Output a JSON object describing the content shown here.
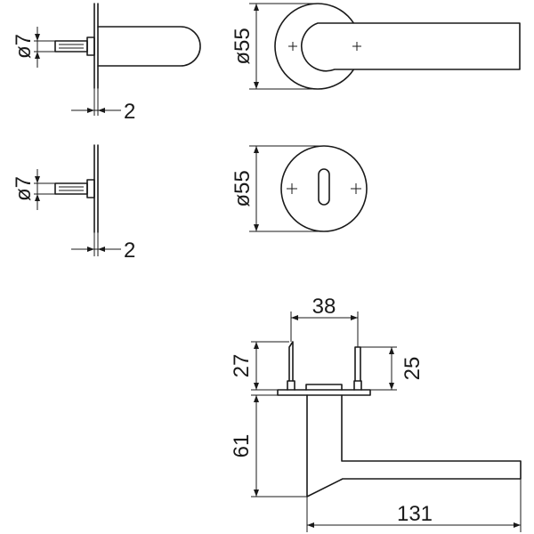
{
  "dimensions": {
    "spindle_diameter_top": "ø7",
    "rose_thickness_top": "2",
    "spindle_diameter_bottom": "ø7",
    "rose_thickness_bottom": "2",
    "lever_rose_diameter": "ø55",
    "key_rose_diameter": "ø55",
    "fixing_distance": "38",
    "pin_height_left": "27",
    "pin_height_right": "25",
    "lever_projection": "61",
    "lever_length": "131"
  }
}
